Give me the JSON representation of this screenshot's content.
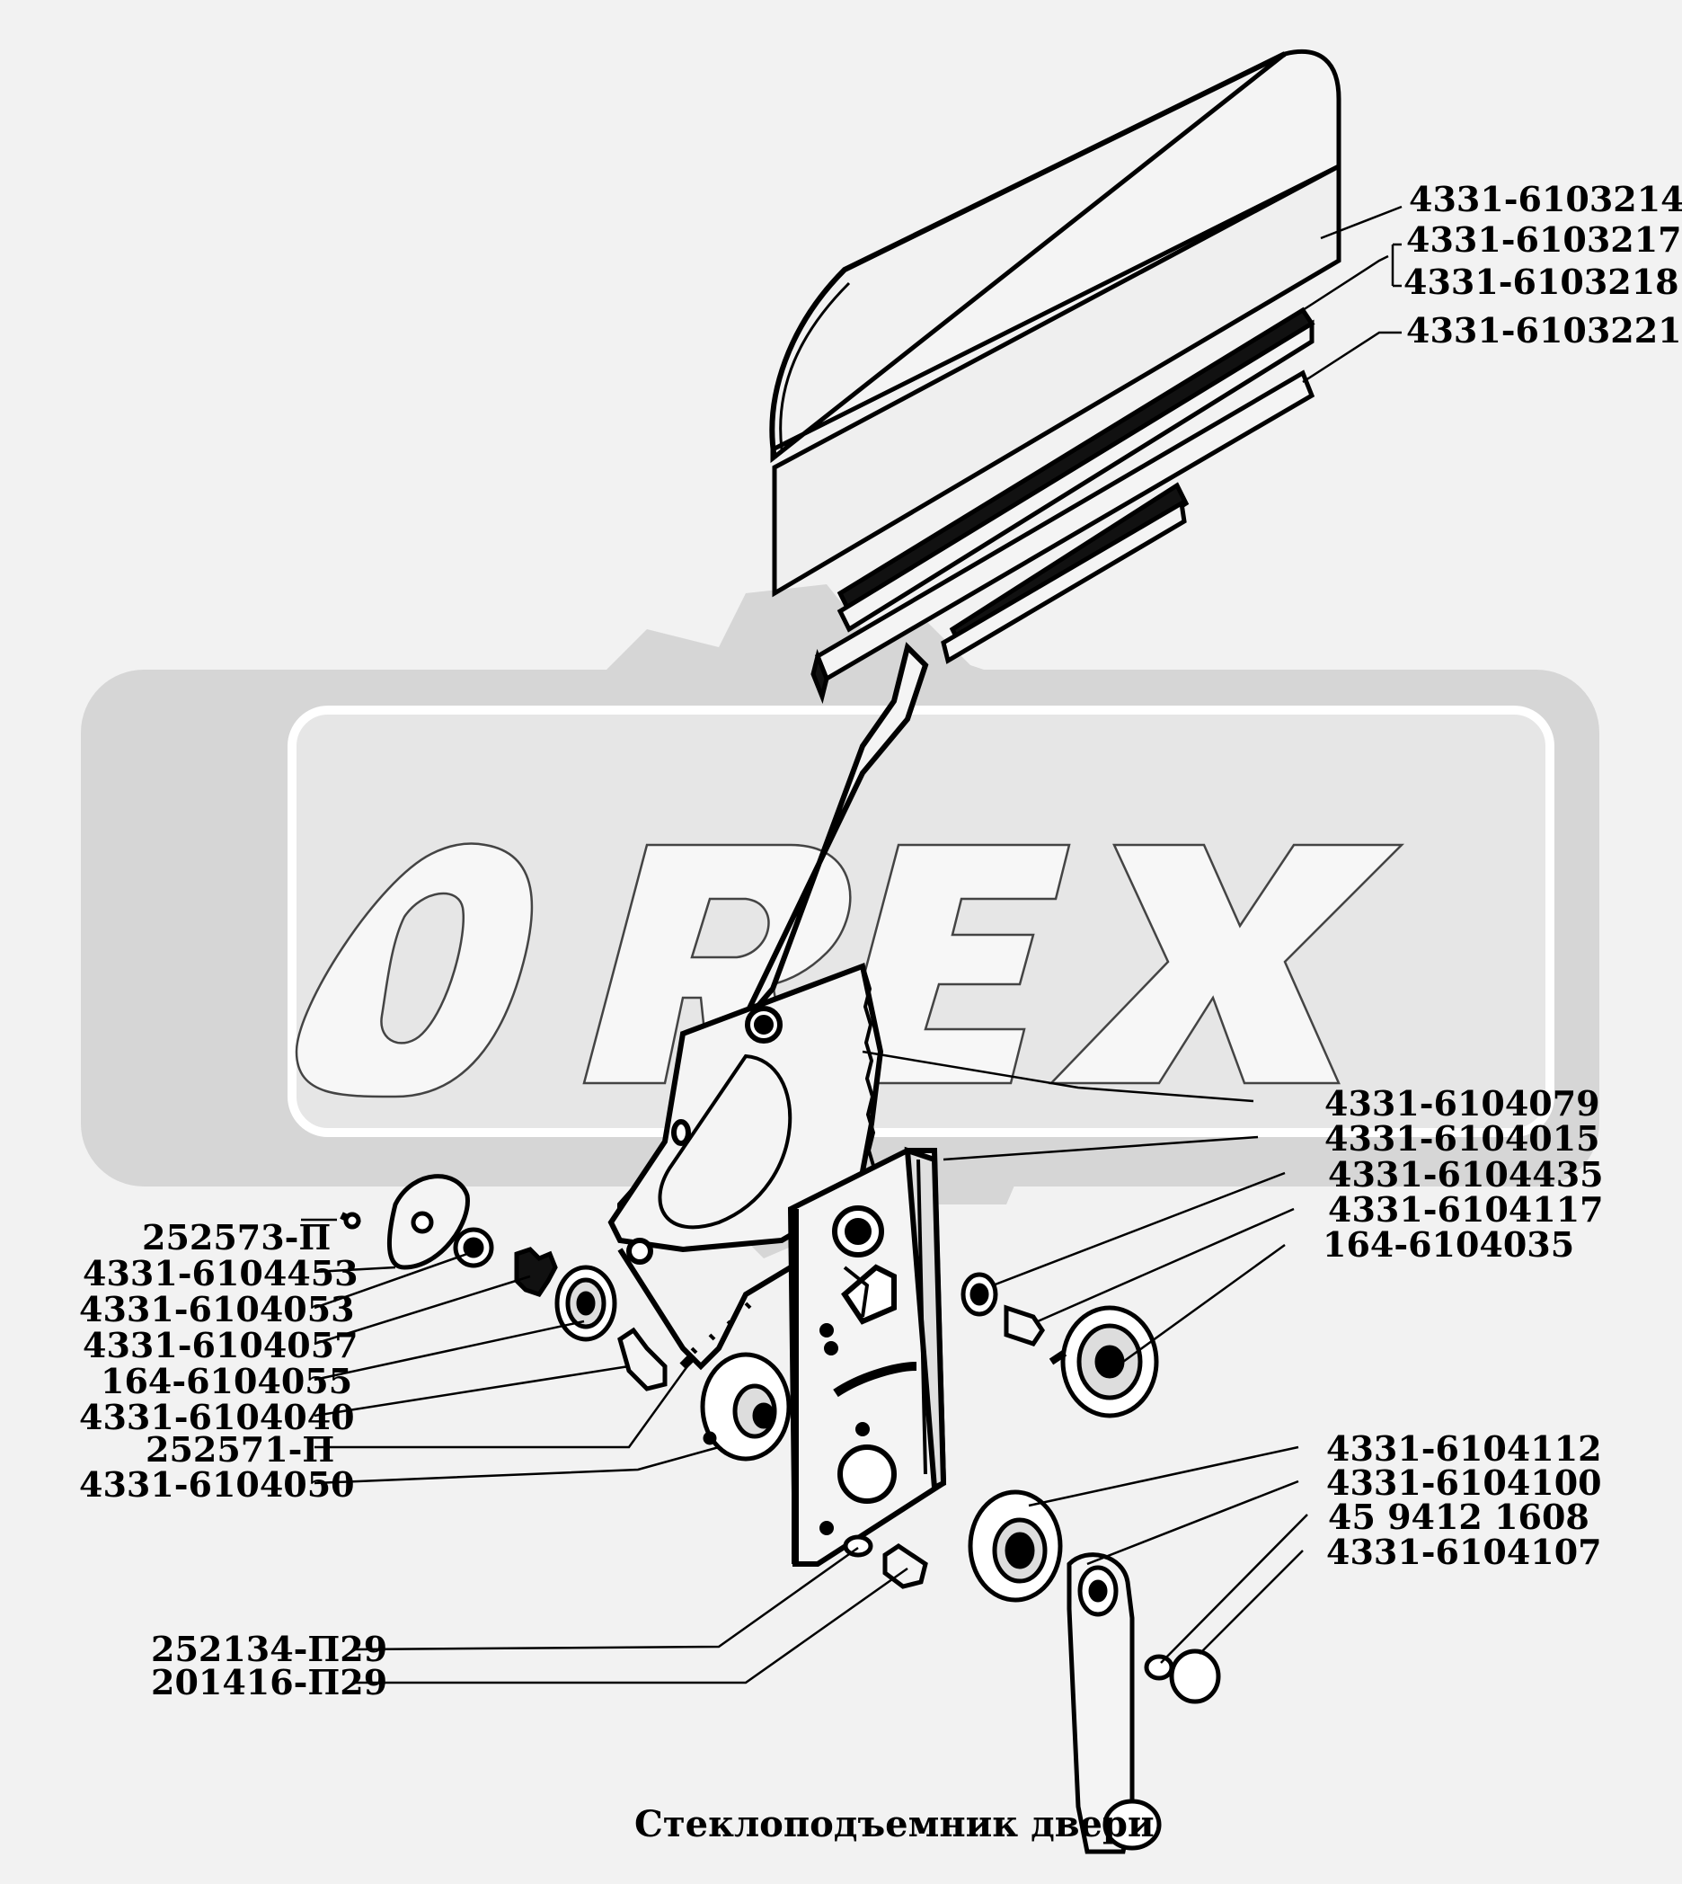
{
  "watermark": {
    "text": "OREX",
    "color": "#d4d4d4"
  },
  "labels": {
    "l_6103214": "4331-6103214",
    "l_6103217": "4331-6103217",
    "l_6103218": "4331-6103218",
    "l_6103221": "4331-6103221",
    "l_6104079": "4331-6104079",
    "l_6104015": "4331-6104015",
    "l_6104435": "4331-6104435",
    "l_6104117": "4331-6104117",
    "l_164_6104035": "164-6104035",
    "l_252573": "252573-П",
    "l_6104453": "4331-6104453",
    "l_6104053": "4331-6104053",
    "l_6104057": "4331-6104057",
    "l_164_6104055": "164-6104055",
    "l_6104040": "4331-6104040",
    "l_252571": "252571-П",
    "l_6104050": "4331-6104050",
    "l_6104112": "4331-6104112",
    "l_6104100": "4331-6104100",
    "l_45_9412": "45 9412 1608",
    "l_6104107": "4331-6104107",
    "l_252134": "252134-П29",
    "l_201416": "201416-П29"
  },
  "caption": "Стеклоподъемник двери"
}
